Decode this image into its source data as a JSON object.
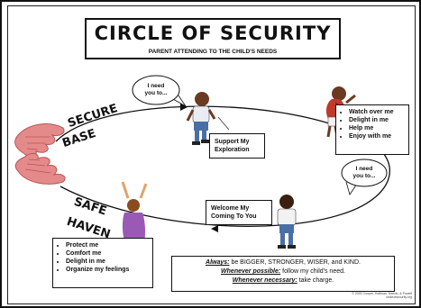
{
  "title": "CIRCLE OF SECURITY",
  "subtitle": "PARENT ATTENDING TO THE CHILD'S NEEDS",
  "secure_base": [
    "SECURE",
    "BASE"
  ],
  "safe_haven": [
    "SAFE",
    "HAVEN"
  ],
  "bubbles": {
    "top": [
      "I need",
      "you to..."
    ],
    "right": [
      "I need",
      "you to..."
    ]
  },
  "support_box": [
    "Support My",
    "Exploration"
  ],
  "welcome_box": [
    "Welcome My",
    "Coming To You"
  ],
  "exploration_needs": [
    "Watch over me",
    "Delight in me",
    "Help me",
    "Enjoy with me"
  ],
  "comfort_needs": [
    "Protect me",
    "Comfort me",
    "Delight in me",
    "Organize my feelings"
  ],
  "rules": {
    "line1_lead": "Always:",
    "line1_text": "be BIGGER, STRONGER, WISER, and KIND.",
    "line2_lead": "Whenever possible:",
    "line2_text": "follow my child's need.",
    "line3_lead": "Whenever necessary:",
    "line3_text": "take charge."
  },
  "copyright": [
    "© 2000 Cooper, Hoffman, Marvin, & Powell",
    "circleofsecurity.org"
  ],
  "colors": {
    "hands": "#e58a8a",
    "hands_outline": "#b85555",
    "skin_dark": "#6b3a22",
    "shirt_blue": "#4a6fa5",
    "shirt_purple": "#9b59b6",
    "line": "#111111"
  }
}
